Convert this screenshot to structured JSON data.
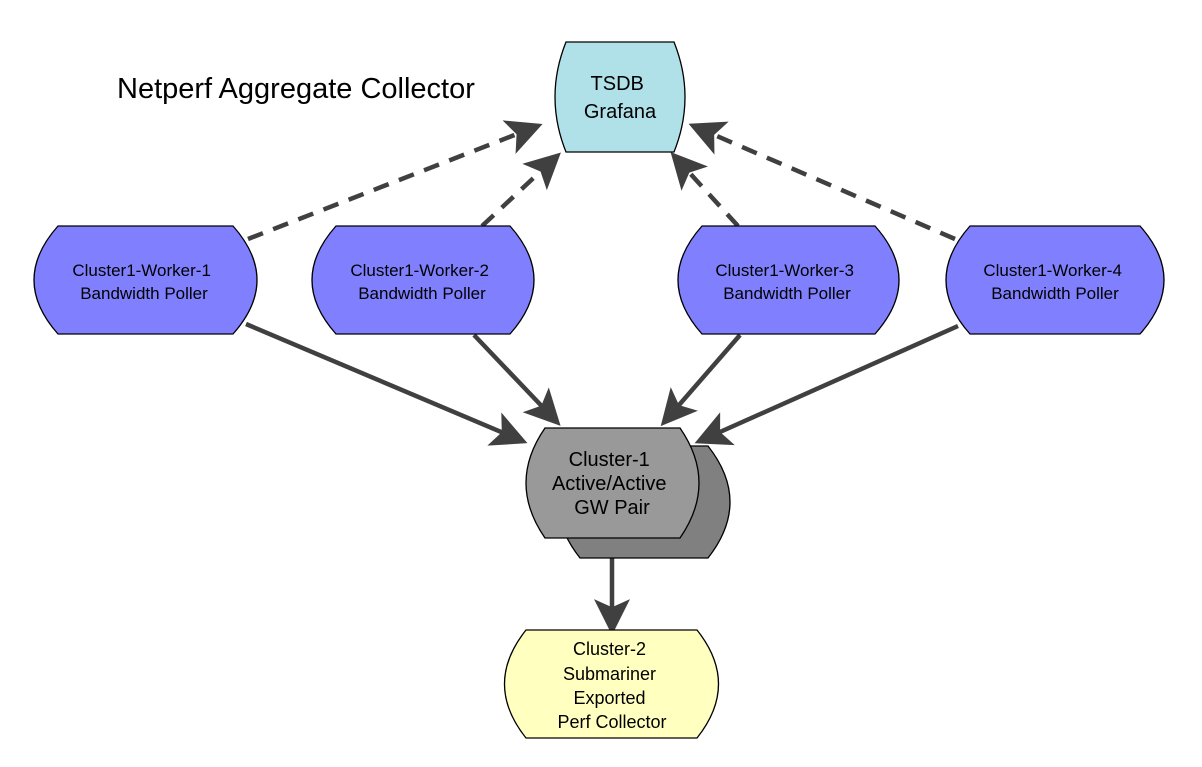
{
  "title": "Netperf Aggregate Collector",
  "colors": {
    "worker_fill": "#8080ff",
    "tsdb_fill": "#b0e0e8",
    "gateway_fill": "#999999",
    "gateway_shadow_fill": "#808080",
    "cluster2_fill": "#ffffc0",
    "edge": "#404040"
  },
  "nodes": {
    "tsdb": {
      "lines": [
        "TSDB",
        "Grafana"
      ]
    },
    "workers": [
      {
        "lines": [
          "Cluster1-Worker-1",
          "Bandwidth Poller"
        ]
      },
      {
        "lines": [
          "Cluster1-Worker-2",
          "Bandwidth Poller"
        ]
      },
      {
        "lines": [
          "Cluster1-Worker-3",
          "Bandwidth Poller"
        ]
      },
      {
        "lines": [
          "Cluster1-Worker-4",
          "Bandwidth Poller"
        ]
      }
    ],
    "gateway": {
      "lines": [
        "Cluster-1",
        "Active/Active",
        "GW Pair"
      ]
    },
    "cluster2": {
      "lines": [
        "Cluster-2",
        "Submariner",
        "Exported",
        "Perf Collector"
      ]
    }
  },
  "edges": [
    {
      "from": "Cluster1-Worker-1",
      "to": "TSDB Grafana",
      "style": "dashed"
    },
    {
      "from": "Cluster1-Worker-2",
      "to": "TSDB Grafana",
      "style": "dashed"
    },
    {
      "from": "Cluster1-Worker-3",
      "to": "TSDB Grafana",
      "style": "dashed"
    },
    {
      "from": "Cluster1-Worker-4",
      "to": "TSDB Grafana",
      "style": "dashed"
    },
    {
      "from": "Cluster1-Worker-1",
      "to": "Cluster-1 GW Pair",
      "style": "solid"
    },
    {
      "from": "Cluster1-Worker-2",
      "to": "Cluster-1 GW Pair",
      "style": "solid"
    },
    {
      "from": "Cluster1-Worker-3",
      "to": "Cluster-1 GW Pair",
      "style": "solid"
    },
    {
      "from": "Cluster1-Worker-4",
      "to": "Cluster-1 GW Pair",
      "style": "solid"
    },
    {
      "from": "Cluster-1 GW Pair",
      "to": "Cluster-2",
      "style": "solid"
    }
  ]
}
